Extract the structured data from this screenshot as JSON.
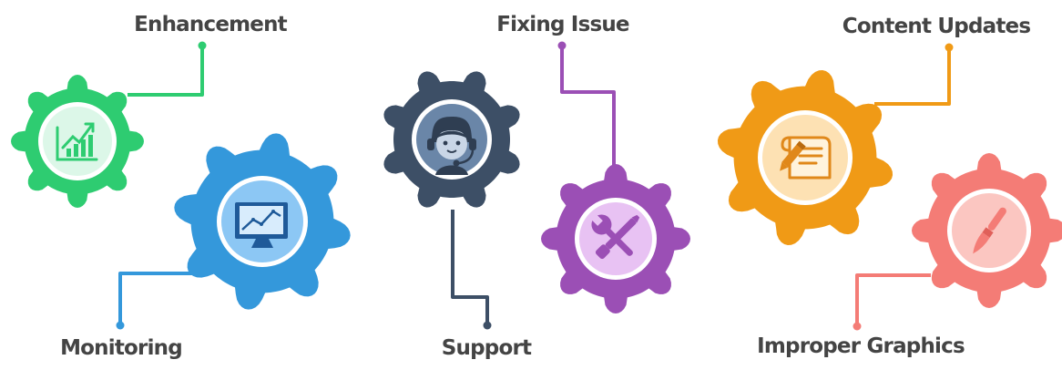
{
  "labels": {
    "enhancement": "Enhancement",
    "monitoring": "Monitoring",
    "fixing_issue": "Fixing Issue",
    "support": "Support",
    "content_updates": "Content Updates",
    "improper_graphics": "Improper Graphics"
  },
  "colors": {
    "enhancement": "#2ecc71",
    "monitoring": "#3498db",
    "support": "#3d4f66",
    "fixing_issue": "#9b4fb5",
    "content_updates": "#f09a16",
    "improper_graphics": "#f47c76",
    "label_text": "#444444"
  },
  "icons": {
    "enhancement": "growth-chart-icon",
    "monitoring": "monitor-chart-icon",
    "support": "support-agent-icon",
    "fixing_issue": "wrench-screwdriver-icon",
    "content_updates": "scroll-pencil-icon",
    "improper_graphics": "paintbrush-icon"
  }
}
